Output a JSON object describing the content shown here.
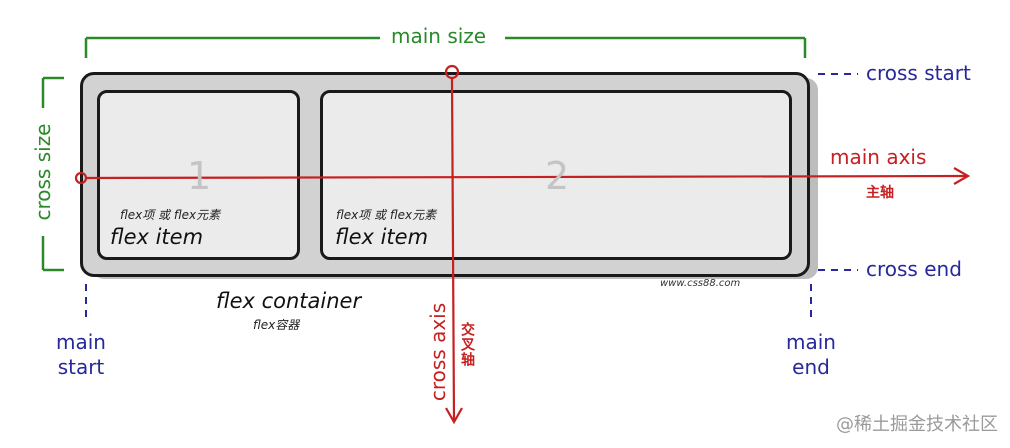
{
  "labels": {
    "main_size": "main size",
    "cross_size": "cross size",
    "cross_start": "cross start",
    "cross_end": "cross end",
    "main_axis": "main axis",
    "main_axis_cn": "主轴",
    "cross_axis": "cross axis",
    "cross_axis_cn": "交叉轴",
    "main_start": "main\nstart",
    "main_end": "main\nend",
    "flex_container": "flex container",
    "flex_container_cn": "flex容器"
  },
  "items": [
    {
      "number": "1",
      "label_cn": "flex项 或 flex元素",
      "label": "flex item"
    },
    {
      "number": "2",
      "label_cn": "flex项 或 flex元素",
      "label": "flex item"
    }
  ],
  "credit": "www.css88.com",
  "watermark": "@稀土掘金技术社区",
  "colors": {
    "size": "#2a8a2a",
    "boundary": "#27289e",
    "axis": "#c72020"
  }
}
